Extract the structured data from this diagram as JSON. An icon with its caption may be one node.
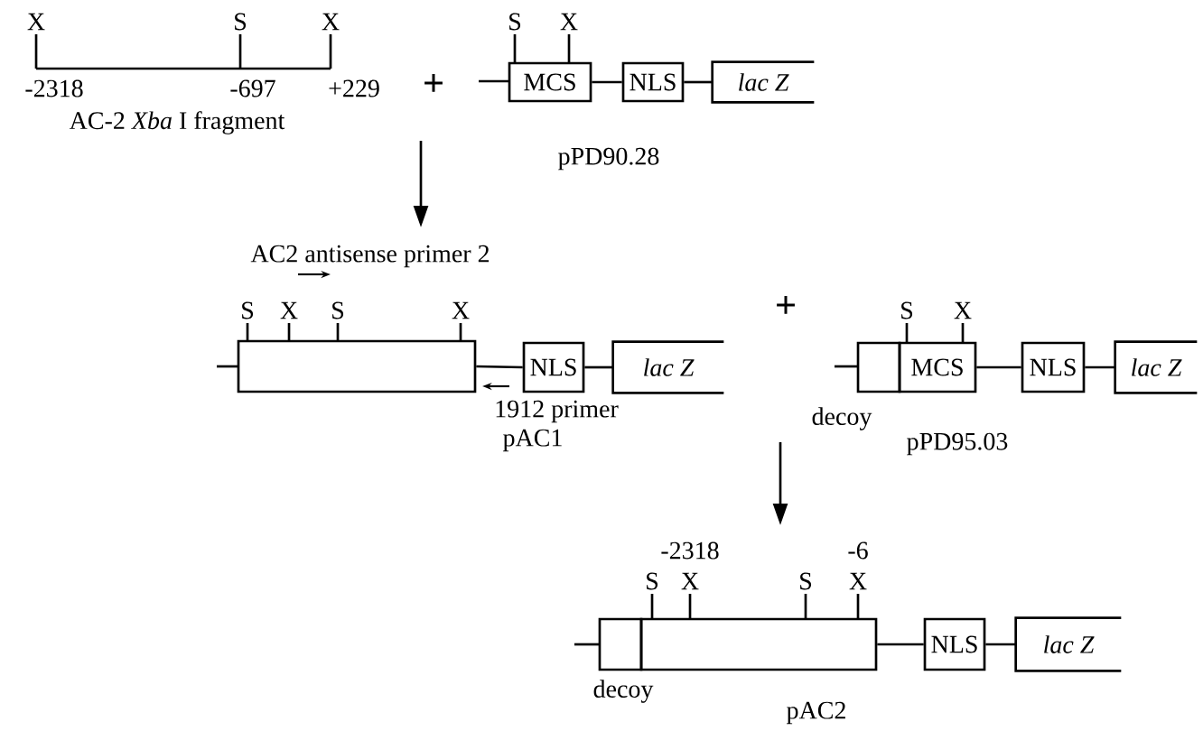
{
  "diagram": {
    "nodes": [
      {
        "text": [
          "MCS"
        ],
        "beside": [
          "S",
          "X"
        ]
      },
      {
        "text": [
          "NLS"
        ]
      },
      {
        "text": [
          "lac Z"
        ]
      },
      {
        "text": [],
        "shape": "box",
        "beside": [
          "S",
          "X",
          "S",
          "X"
        ]
      },
      {
        "text": [
          "NLS"
        ]
      },
      {
        "text": [
          "lac Z"
        ]
      },
      {
        "text": [],
        "shape": "box",
        "beside": [
          "decoy"
        ]
      },
      {
        "text": [
          "MCS"
        ],
        "beside": [
          "S",
          "X"
        ]
      },
      {
        "text": [
          "NLS"
        ]
      },
      {
        "text": [
          "lac Z"
        ]
      },
      {
        "text": [],
        "shape": "box",
        "beside": [
          "decoy"
        ]
      },
      {
        "text": [],
        "shape": "box",
        "beside": [
          "S",
          "X",
          "S",
          "X"
        ]
      },
      {
        "text": [
          "NLS"
        ]
      },
      {
        "text": [
          "lac Z"
        ]
      }
    ],
    "edges": [
      {
        "from": 0,
        "to": 1,
        "arrow": "none"
      },
      {
        "from": 1,
        "to": 2,
        "arrow": "none"
      },
      {
        "from": 3,
        "to": 4,
        "arrow": "none"
      },
      {
        "from": 4,
        "to": 5,
        "arrow": "none"
      },
      {
        "from": 7,
        "to": 8,
        "arrow": "none"
      },
      {
        "from": 8,
        "to": 9,
        "arrow": "none"
      },
      {
        "from": 11,
        "to": 12,
        "arrow": "none"
      },
      {
        "from": 12,
        "to": 13,
        "arrow": "none"
      }
    ],
    "labels": [
      "X",
      "S",
      "X",
      "-2318",
      "-697",
      "+229",
      "AC-2 *Xba* I fragment",
      "+",
      "pPD90.28",
      "AC2 antisense primer 2",
      "1912 primer",
      "pAC1",
      "+",
      "pPD95.03",
      "-2318",
      "-6",
      "pAC2"
    ]
  }
}
